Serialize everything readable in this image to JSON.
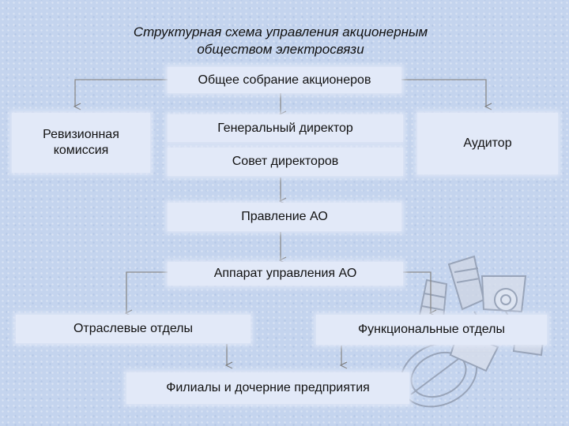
{
  "diagram": {
    "title_line1": "Структурная схема управления акционерным",
    "title_line2": "обществом  электросвязи",
    "nodes": {
      "general_meeting": "Общее собрание акционеров",
      "audit_commission_line1": "Ревизионная",
      "audit_commission_line2": "комиссия",
      "general_director": "Генеральный директор",
      "board_of_directors": "Совет директоров",
      "auditor": "Аудитор",
      "management_board": "Правление АО",
      "management_apparatus": "Аппарат управления АО",
      "sector_departments": "Отраслевые отделы",
      "functional_departments": "Функциональные отделы",
      "branches": "Филиалы и дочерние предприятия"
    }
  }
}
